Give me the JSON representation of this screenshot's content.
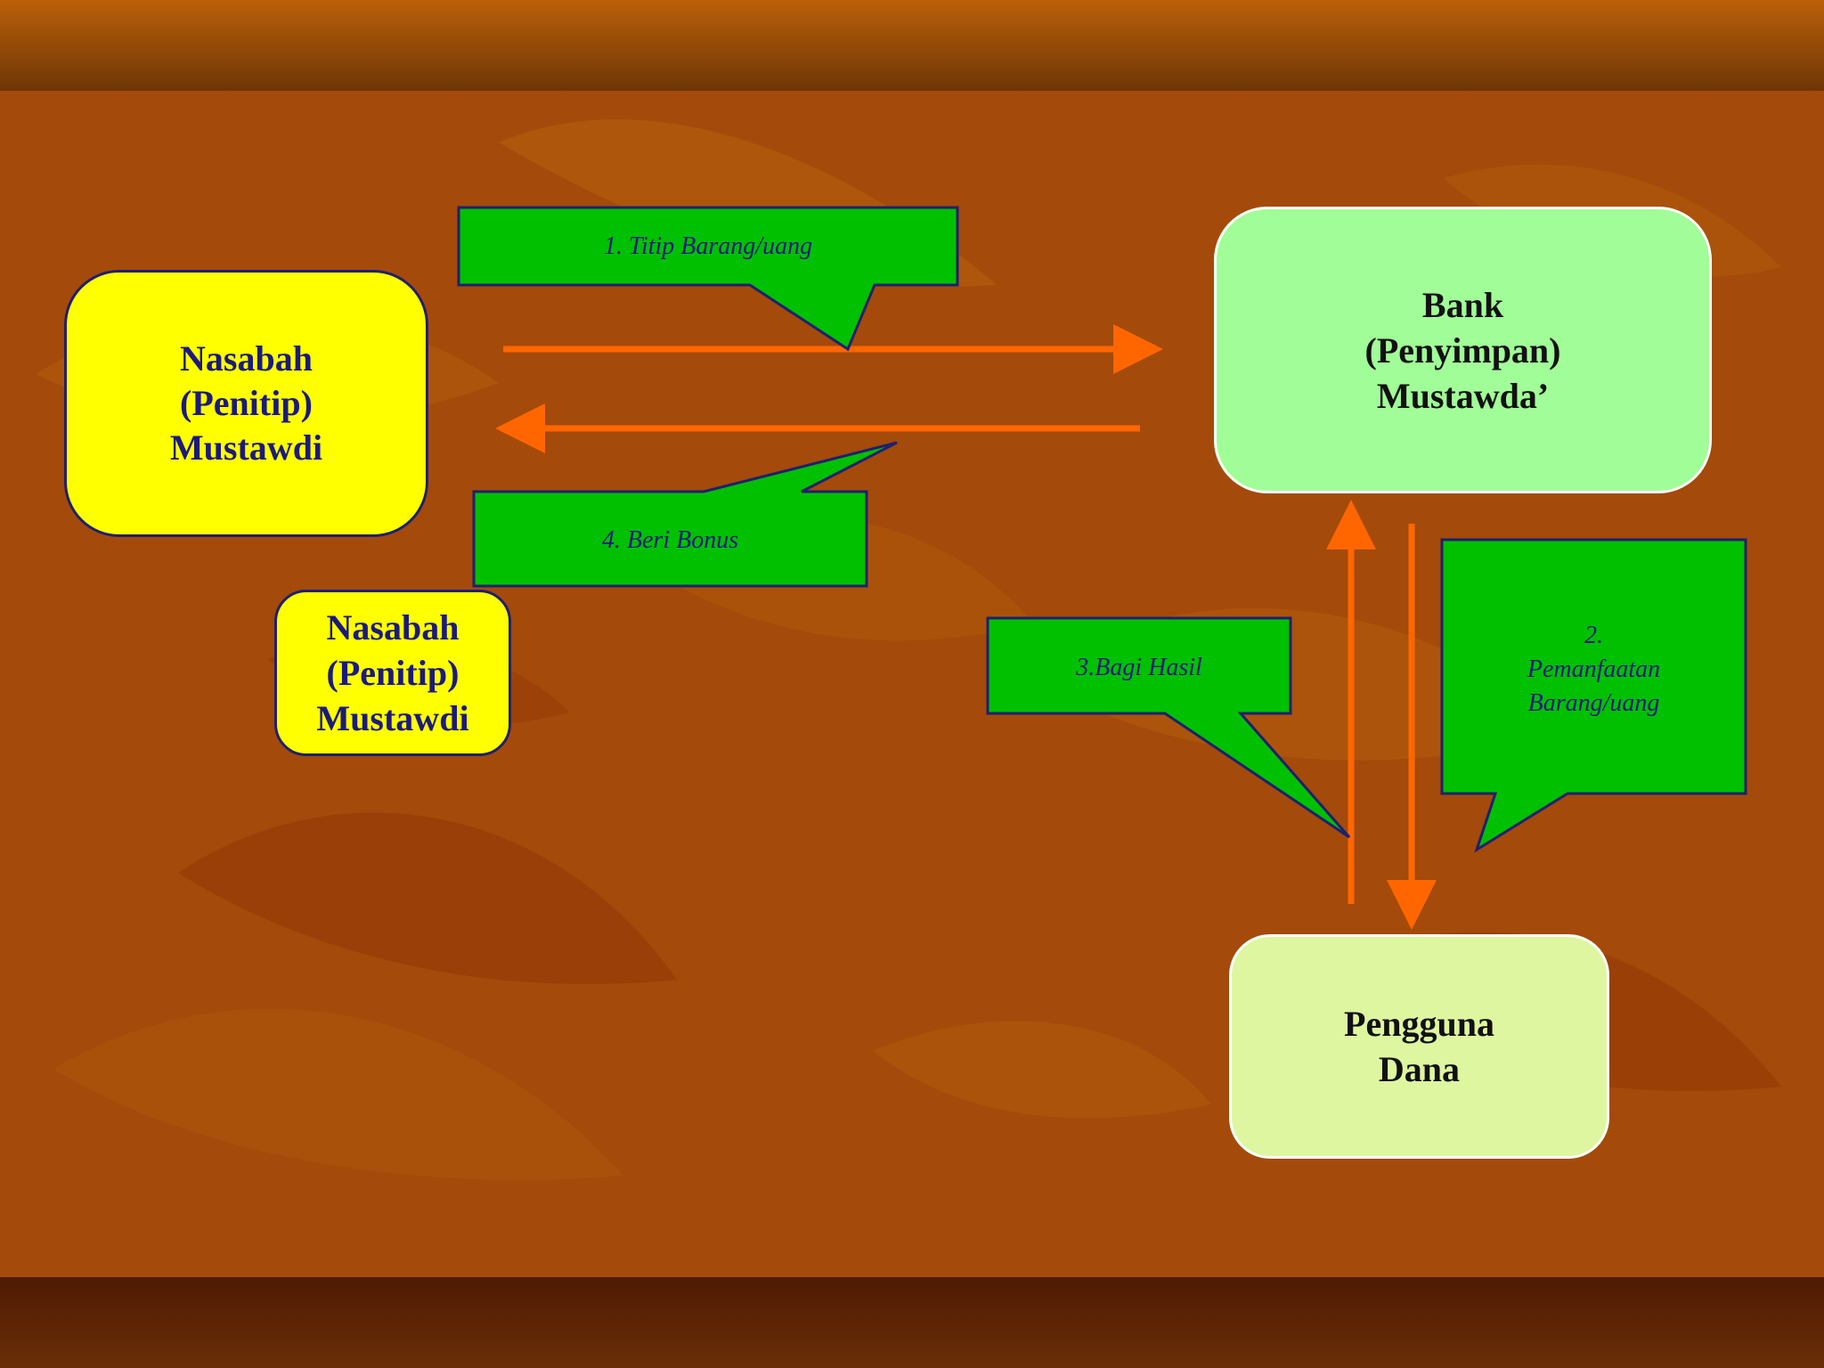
{
  "nodes": {
    "depositor_main": "Nasabah\n(Penitip)\nMustawdi",
    "depositor_small": "Nasabah\n(Penitip)\nMustawdi",
    "bank": "Bank\n(Penyimpan)\nMustawda’",
    "fund_user": "Pengguna\nDana"
  },
  "callouts": {
    "step1": "1. Titip Barang/uang",
    "step2": "2.\nPemanfaatan\nBarang/uang",
    "step3": "3.Bagi Hasil",
    "step4": "4. Beri Bonus"
  },
  "colors": {
    "arrow": "#ff6600",
    "callout_fill": "#00c000",
    "callout_border": "#1f1f70",
    "text_dark_blue": "#1b1a7c"
  }
}
